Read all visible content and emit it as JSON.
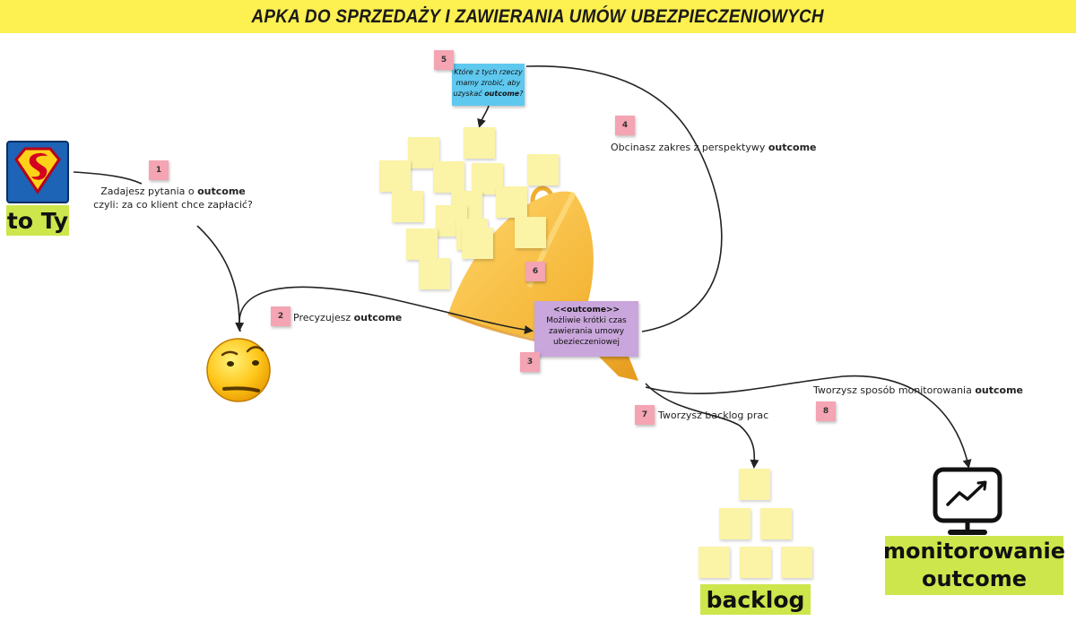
{
  "title": "APKA DO SPRZEDAŻY I ZAWIERANIA UMÓW UBEZPIECZENIOWYCH",
  "labels": {
    "you": "to Ty",
    "backlog": "backlog",
    "monitoring_line1": "monitorowanie",
    "monitoring_line2": "outcome"
  },
  "steps": [
    {
      "number": "1",
      "line1_pre": "Zadajesz pytania o ",
      "line1_bold": "outcome",
      "line2": "czyli: za co klient chce zapłacić?"
    },
    {
      "number": "2",
      "pre": "Precyzujesz ",
      "bold": "outcome"
    },
    {
      "number": "3"
    },
    {
      "number": "4",
      "pre": "Obcinasz zakres z perspektywy ",
      "bold": "outcome"
    },
    {
      "number": "5"
    },
    {
      "number": "6"
    },
    {
      "number": "7",
      "pre": "Tworzysz backlog prac"
    },
    {
      "number": "8",
      "pre": "Tworzysz sposób monitorowania ",
      "bold": "outcome"
    }
  ],
  "question_note": {
    "line1": "Które z tych rzeczy",
    "line2": "mamy zrobić, aby",
    "line3_pre": "uzyskać ",
    "line3_bold": "outcome",
    "line3_post": "?"
  },
  "outcome_note": {
    "heading": "<<outcome>>",
    "line1": "Możliwie krótki czas",
    "line2": "zawierania umowy",
    "line3": "ubezieczeniowej"
  },
  "icons": {
    "superman": "superman-logo-icon",
    "face": "worried-face-icon",
    "funnel": "funnel-icon",
    "monitor": "monitor-chart-icon"
  },
  "colors": {
    "banner": "#fdf051",
    "label_green": "#cde64c",
    "step_pink": "#f4a4b2",
    "sticky_yellow": "#fbf3a6",
    "note_blue": "#5fc8ef",
    "note_purple": "#c9a6dc",
    "funnel_orange": "#f5b83a"
  }
}
